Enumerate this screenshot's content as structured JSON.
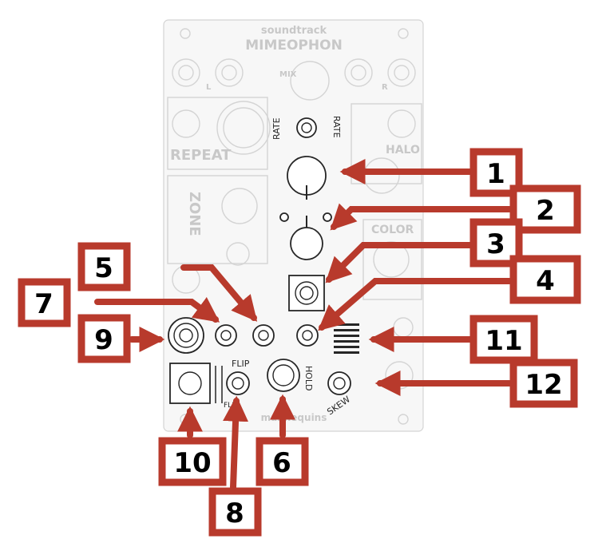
{
  "panel": {
    "brand": "soundtrack",
    "name": "MIMEOPHON",
    "texts": {
      "rate_left": "RATE",
      "rate_right": "RATE",
      "flip_top": "FLIP",
      "flip_bottom": "FLIP",
      "hold": "HOLD",
      "skew": "SKEW",
      "maker": "mannequins",
      "repeat": "REPEAT",
      "zone": "ZONE",
      "halo": "HALO",
      "color": "COLOR",
      "mix": "MIX",
      "lo": "L",
      "r": "R"
    }
  },
  "callouts": [
    {
      "id": "1",
      "label": "1"
    },
    {
      "id": "2",
      "label": "2"
    },
    {
      "id": "3",
      "label": "3"
    },
    {
      "id": "4",
      "label": "4"
    },
    {
      "id": "5",
      "label": "5"
    },
    {
      "id": "6",
      "label": "6"
    },
    {
      "id": "7",
      "label": "7"
    },
    {
      "id": "8",
      "label": "8"
    },
    {
      "id": "9",
      "label": "9"
    },
    {
      "id": "10",
      "label": "10"
    },
    {
      "id": "11",
      "label": "11"
    },
    {
      "id": "12",
      "label": "12"
    }
  ],
  "colors": {
    "callout": "#b83a2c",
    "controls": "#262626",
    "ghost": "#d4d4d4"
  }
}
